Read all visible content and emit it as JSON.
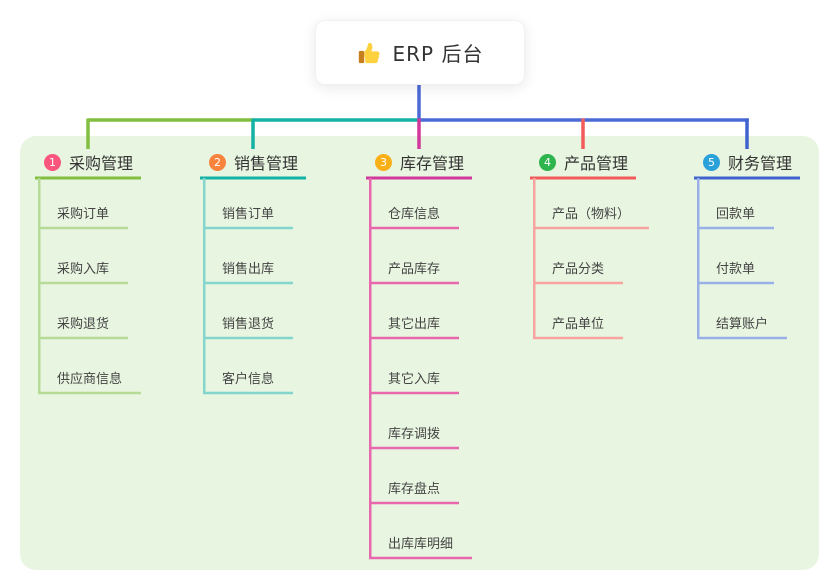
{
  "root": {
    "label": "ERP 后台",
    "icon": "thumbs-up-icon"
  },
  "colors": {
    "page_bg": "#ffffff",
    "panel_bg": "#e8f5e1",
    "root_connector": "#4c6ad6",
    "root_text": "#333333",
    "header_text": "#333333",
    "child_text": "#444444",
    "thumb_main": "#fdd23e",
    "thumb_cuff": "#c77f1e"
  },
  "branches": [
    {
      "num": "1",
      "label": "采购管理",
      "badge_color": "#f9557d",
      "line_color": "#82bf3e",
      "child_line_color": "#b5db97",
      "children": [
        "采购订单",
        "采购入库",
        "采购退货",
        "供应商信息"
      ]
    },
    {
      "num": "2",
      "label": "销售管理",
      "badge_color": "#f8833c",
      "line_color": "#13b2a4",
      "child_line_color": "#84d6cd",
      "children": [
        "销售订单",
        "销售出库",
        "销售退货",
        "客户信息"
      ]
    },
    {
      "num": "3",
      "label": "库存管理",
      "badge_color": "#f9b017",
      "line_color": "#d2389b",
      "child_line_color": "#e868ae",
      "children": [
        "仓库信息",
        "产品库存",
        "其它出库",
        "其它入库",
        "库存调拨",
        "库存盘点",
        "出库库明细"
      ]
    },
    {
      "num": "4",
      "label": "产品管理",
      "badge_color": "#2eb54d",
      "line_color": "#f25b59",
      "child_line_color": "#f7a3a0",
      "children": [
        "产品（物料）",
        "产品分类",
        "产品单位"
      ]
    },
    {
      "num": "5",
      "label": "财务管理",
      "badge_color": "#2ba1da",
      "line_color": "#3f62ce",
      "child_line_color": "#98afe7",
      "children": [
        "回款单",
        "付款单",
        "结算账户"
      ]
    }
  ]
}
